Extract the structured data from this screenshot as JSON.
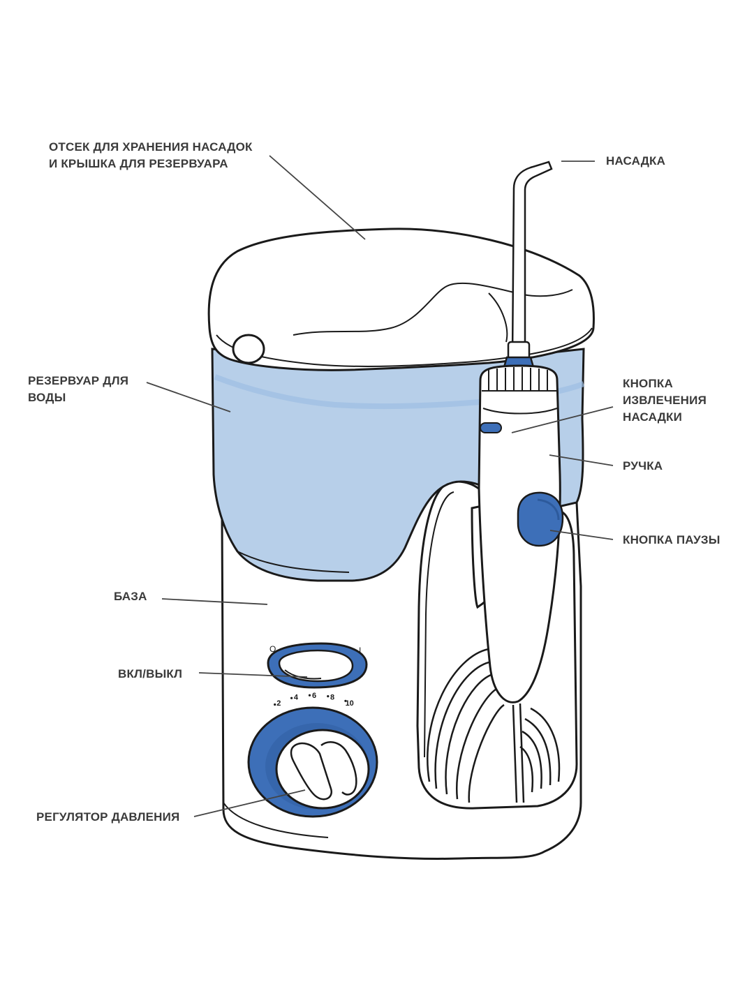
{
  "labels": {
    "storage_lid": [
      "ОТСЕК ДЛЯ ХРАНЕНИЯ НАСАДОК",
      "И КРЫШКА ДЛЯ РЕЗЕРВУАРА"
    ],
    "tip": "НАСАДКА",
    "reservoir": [
      "РЕЗЕРВУАР ДЛЯ",
      "ВОДЫ"
    ],
    "tip_eject": [
      "КНОПКА",
      "ИЗВЛЕЧЕНИЯ",
      "НАСАДКИ"
    ],
    "handle": "РУЧКА",
    "pause": "КНОПКА ПАУЗЫ",
    "base": "БАЗА",
    "power": "ВКЛ/ВЫКЛ",
    "pressure": "РЕГУЛЯТОР ДАВЛЕНИЯ"
  },
  "switch_marks": {
    "off": "O",
    "on": "I"
  },
  "pressure_scale": [
    "2",
    "4",
    "6",
    "8",
    "10"
  ],
  "colors": {
    "water": "#b7cfe9",
    "water_dark": "#9dbde2",
    "accent": "#3d6fb8",
    "accent_dark": "#2d5a9c",
    "outline": "#1a1a1a",
    "leader": "#444444"
  }
}
